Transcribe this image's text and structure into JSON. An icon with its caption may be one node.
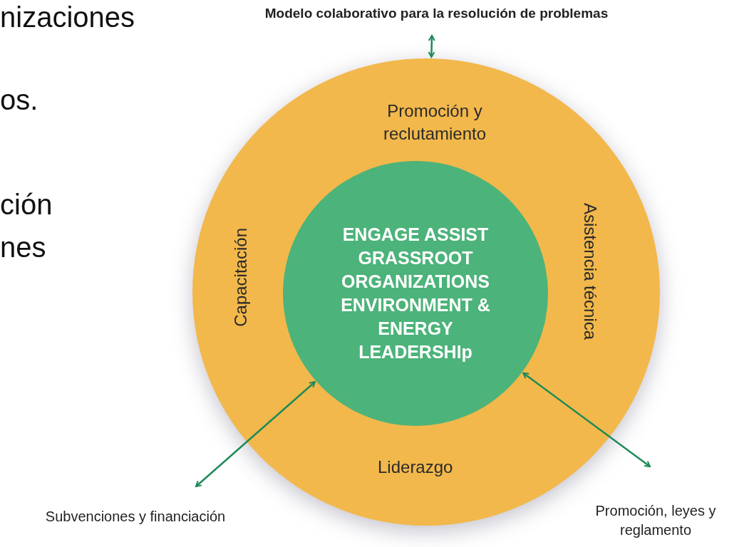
{
  "diagram": {
    "nodes": [
      {
        "text": [
          "Promoción y reclutamiento",
          "Capacitación",
          "Asistencia técnica",
          "Liderazgo"
        ]
      },
      {
        "text": [
          "ENGAGE ASSIST GRASSROOT ORGANIZATIONS ENVIRONMENT & ENERGY LEADERSHIp"
        ],
        "in": 0
      },
      {
        "text": [
          "Modelo colaborativo para la resolución de problemas"
        ]
      },
      {
        "text": [
          "Subvenciones y financiación"
        ]
      },
      {
        "text": [
          "Promoción, leyes y reglamento"
        ]
      }
    ],
    "edges": [
      {
        "from": 2,
        "to": 0,
        "arrow": "both"
      },
      {
        "from": 3,
        "to": 1,
        "arrow": "both"
      },
      {
        "from": 4,
        "to": 1,
        "arrow": "both"
      }
    ],
    "labels": [
      "nizaciones",
      "os.",
      "ción",
      "nes"
    ]
  }
}
